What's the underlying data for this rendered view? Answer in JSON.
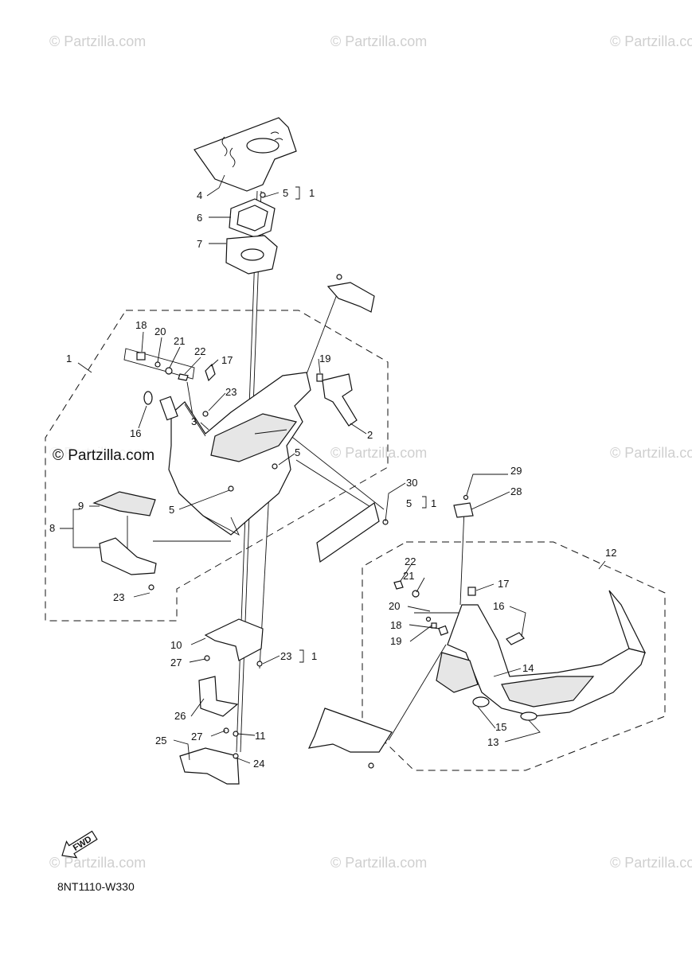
{
  "watermarks": [
    "© Partzilla.com",
    "© Partzilla.com",
    "© Partzilla.com",
    "© Partzilla.com",
    "© Partzilla.com",
    "© Partzilla.com",
    "© Partzilla.com",
    "© Partzilla.com",
    "© Partzilla.com"
  ],
  "watermark_strong": "© Partzilla.com",
  "callouts": {
    "c1a": "1",
    "c1b": "1",
    "c1c": "1",
    "c1d": "1",
    "c2": "2",
    "c3": "3",
    "c4": "4",
    "c5a": "5",
    "c5b": "5",
    "c5c": "5",
    "c5d": "5",
    "c6": "6",
    "c7": "7",
    "c8": "8",
    "c9": "9",
    "c10": "10",
    "c11": "11",
    "c12": "12",
    "c13": "13",
    "c14": "14",
    "c15": "15",
    "c16a": "16",
    "c16b": "16",
    "c17a": "17",
    "c17b": "17",
    "c18a": "18",
    "c18b": "18",
    "c19a": "19",
    "c19b": "19",
    "c20a": "20",
    "c20b": "20",
    "c21a": "21",
    "c21b": "21",
    "c22a": "22",
    "c22b": "22",
    "c23a": "23",
    "c23b": "23",
    "c23c": "23",
    "c24": "24",
    "c25": "25",
    "c26": "26",
    "c27a": "27",
    "c27b": "27",
    "c28": "28",
    "c29": "29",
    "c30": "30"
  },
  "fwd_label": "FWD",
  "diagram_code": "8NT1110-W330"
}
